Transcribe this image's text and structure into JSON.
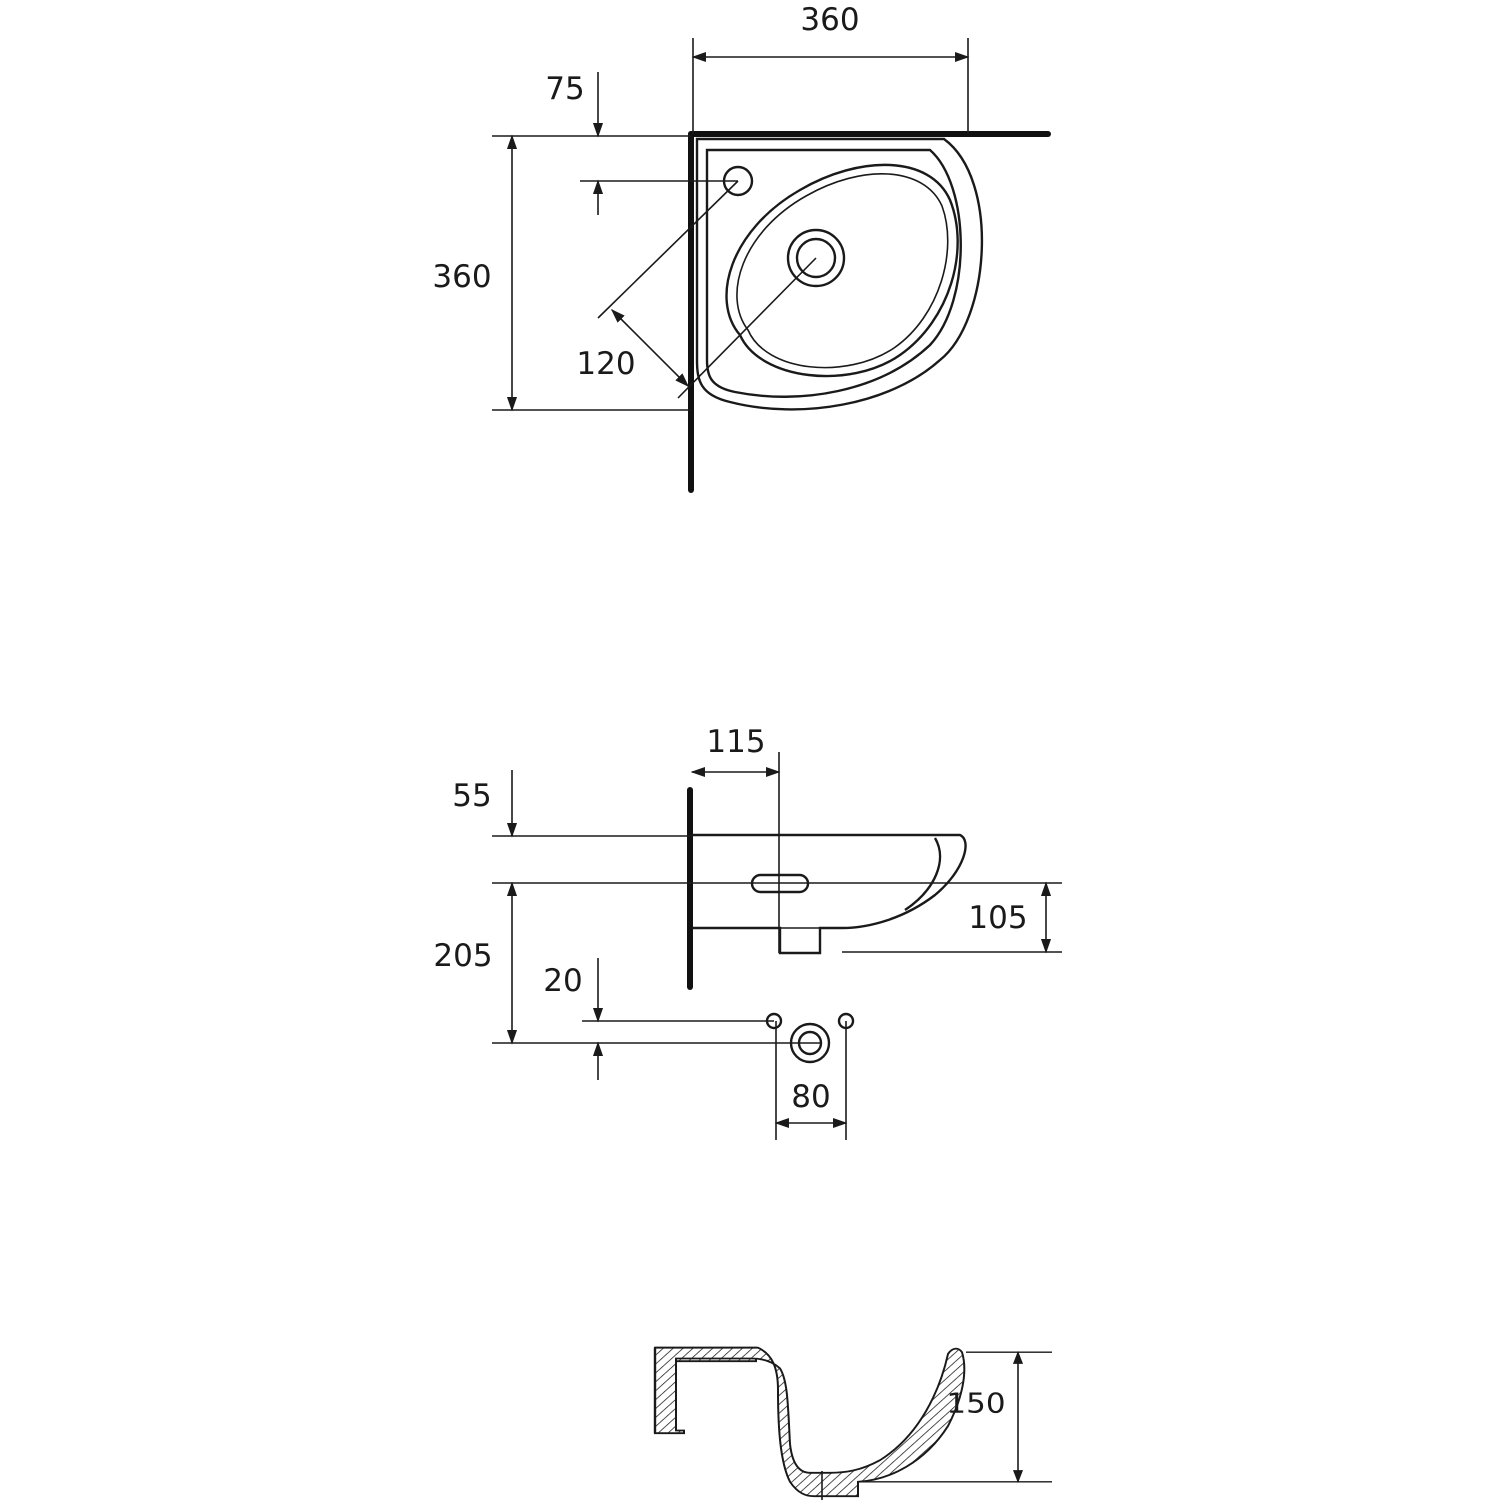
{
  "drawing": {
    "top_view": {
      "width_dim": "360",
      "depth_dim": "360",
      "tap_offset_dim": "75",
      "diagonal_dim": "120"
    },
    "front_view": {
      "tap_to_wall_dim": "115",
      "rim_thickness_dim": "55",
      "rim_to_fixing_dim": "205",
      "bowl_depth_dim": "105",
      "fixing_offset_dim": "20",
      "fixing_spacing_dim": "80"
    },
    "section_view": {
      "height_dim": "150"
    }
  }
}
